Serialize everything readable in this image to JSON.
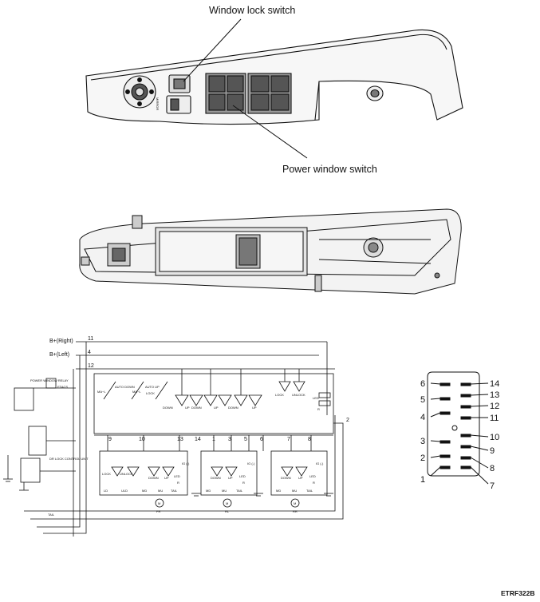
{
  "callouts": {
    "window_lock_switch": "Window lock switch",
    "power_window_switch": "Power window switch"
  },
  "reference_code": "ETRF322B",
  "schematic": {
    "supply_right": "B+(Right)",
    "supply_left": "B+(Left)",
    "terminal_numbers": [
      "11",
      "4",
      "12",
      "9",
      "10",
      "13",
      "14",
      "1",
      "3",
      "5",
      "6",
      "7",
      "8",
      "2"
    ],
    "upper_block_labels": {
      "manual_left": "MA~L",
      "auto_down": "AUTO DOWN",
      "manual_right": "MA~L",
      "auto_up": "AUTO UP",
      "lock": "LOCK",
      "down1": "DOWN",
      "up1": "UP",
      "down2": "DOWN",
      "up2": "UP",
      "down3": "DOWN",
      "up3": "UP",
      "lock_right": "LOCK",
      "unlock_right": "UNLOCK",
      "led": "LED",
      "r": "R"
    },
    "lower_units": [
      {
        "labels": [
          "LOCK",
          "UNLOCK",
          "DOWN",
          "UP",
          "LED",
          "R"
        ],
        "pins": [
          "LD",
          "ULD",
          "MD",
          "MU",
          "TAIL"
        ],
        "motor": "M",
        "name": "FR"
      },
      {
        "labels": [
          "DOWN",
          "UP",
          "LED",
          "R"
        ],
        "pins": [
          "MD",
          "MU",
          "TAIL"
        ],
        "motor": "M",
        "name": "RL"
      },
      {
        "labels": [
          "DOWN",
          "UP",
          "LED",
          "R"
        ],
        "pins": [
          "MD",
          "MU",
          "TAIL"
        ],
        "motor": "M",
        "name": "RR"
      }
    ],
    "ground_label": "IG (-)",
    "tail_label": "TAIL",
    "left_side_labels": [
      "ETACS",
      "DR LOCK CONTROL UNIT",
      "POWER WINDOW RELAY"
    ]
  },
  "connector": {
    "left_pins": [
      "6",
      "5",
      "4",
      "3",
      "2",
      "1"
    ],
    "right_pins": [
      "14",
      "13",
      "12",
      "11",
      "10",
      "9",
      "8",
      "7"
    ]
  }
}
